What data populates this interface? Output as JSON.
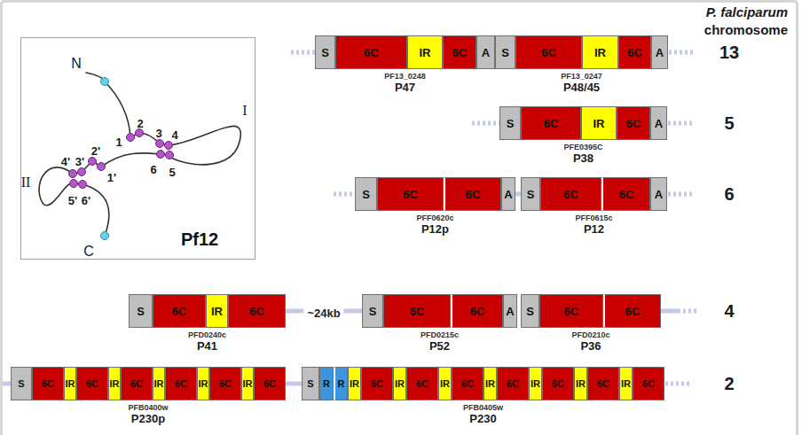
{
  "diagram": {
    "nodes": [
      {
        "text": [
          "Pf12"
        ]
      },
      {
        "text": [
          "PF13_0248",
          "P47"
        ]
      },
      {
        "text": [
          "S"
        ],
        "in": 1
      },
      {
        "text": [
          "6C"
        ],
        "in": 1
      },
      {
        "text": [
          "IR"
        ],
        "in": 1
      },
      {
        "text": [
          "6C"
        ],
        "in": 1
      },
      {
        "text": [
          "A"
        ],
        "in": 1
      },
      {
        "text": [
          "PF13_0247",
          "P48/45"
        ]
      },
      {
        "text": [
          "S"
        ],
        "in": 7
      },
      {
        "text": [
          "6C"
        ],
        "in": 7
      },
      {
        "text": [
          "IR"
        ],
        "in": 7
      },
      {
        "text": [
          "6C"
        ],
        "in": 7
      },
      {
        "text": [
          "A"
        ],
        "in": 7
      },
      {
        "text": [
          "PFE0395C",
          "P38"
        ]
      },
      {
        "text": [
          "S"
        ],
        "in": 13
      },
      {
        "text": [
          "6C"
        ],
        "in": 13
      },
      {
        "text": [
          "IR"
        ],
        "in": 13
      },
      {
        "text": [
          "6C"
        ],
        "in": 13
      },
      {
        "text": [
          "A"
        ],
        "in": 13
      },
      {
        "text": [
          "PFF0620c",
          "P12p"
        ]
      },
      {
        "text": [
          "S"
        ],
        "in": 19
      },
      {
        "text": [
          "6C"
        ],
        "in": 19
      },
      {
        "text": [
          "6C"
        ],
        "in": 19
      },
      {
        "text": [
          "A"
        ],
        "in": 19
      },
      {
        "text": [
          "PFF0615c",
          "P12"
        ]
      },
      {
        "text": [
          "S"
        ],
        "in": 24
      },
      {
        "text": [
          "6C"
        ],
        "in": 24
      },
      {
        "text": [
          "6C"
        ],
        "in": 24
      },
      {
        "text": [
          "A"
        ],
        "in": 24
      },
      {
        "text": [
          "PFD0240c",
          "P41"
        ]
      },
      {
        "text": [
          "S"
        ],
        "in": 29
      },
      {
        "text": [
          "6C"
        ],
        "in": 29
      },
      {
        "text": [
          "IR"
        ],
        "in": 29
      },
      {
        "text": [
          "6C"
        ],
        "in": 29
      },
      {
        "text": [
          "PFD0215c",
          "P52"
        ]
      },
      {
        "text": [
          "S"
        ],
        "in": 34
      },
      {
        "text": [
          "6C"
        ],
        "in": 34
      },
      {
        "text": [
          "6C"
        ],
        "in": 34
      },
      {
        "text": [
          "A"
        ],
        "in": 34
      },
      {
        "text": [
          "PFD0210c",
          "P36"
        ]
      },
      {
        "text": [
          "S"
        ],
        "in": 39
      },
      {
        "text": [
          "6C"
        ],
        "in": 39
      },
      {
        "text": [
          "6C"
        ],
        "in": 39
      },
      {
        "text": [
          "PFB0400w",
          "P230p"
        ]
      },
      {
        "text": [
          "S"
        ],
        "in": 43
      },
      {
        "text": [
          "6C"
        ],
        "in": 43
      },
      {
        "text": [
          "IR"
        ],
        "in": 43
      },
      {
        "text": [
          "6C"
        ],
        "in": 43
      },
      {
        "text": [
          "IR"
        ],
        "in": 43
      },
      {
        "text": [
          "6C"
        ],
        "in": 43
      },
      {
        "text": [
          "IR"
        ],
        "in": 43
      },
      {
        "text": [
          "6C"
        ],
        "in": 43
      },
      {
        "text": [
          "IR"
        ],
        "in": 43
      },
      {
        "text": [
          "6C"
        ],
        "in": 43
      },
      {
        "text": [
          "IR"
        ],
        "in": 43
      },
      {
        "text": [
          "6C"
        ],
        "in": 43
      },
      {
        "text": [
          "PFB0405w",
          "P230"
        ]
      },
      {
        "text": [
          "S"
        ],
        "in": 56
      },
      {
        "text": [
          "R"
        ],
        "in": 56
      },
      {
        "text": [
          "R"
        ],
        "in": 56
      },
      {
        "text": [
          "IR"
        ],
        "in": 56
      },
      {
        "text": [
          "6C"
        ],
        "in": 56
      },
      {
        "text": [
          "IR"
        ],
        "in": 56
      },
      {
        "text": [
          "6C"
        ],
        "in": 56
      },
      {
        "text": [
          "IR"
        ],
        "in": 56
      },
      {
        "text": [
          "6C"
        ],
        "in": 56
      },
      {
        "text": [
          "IR"
        ],
        "in": 56
      },
      {
        "text": [
          "6C"
        ],
        "in": 56
      },
      {
        "text": [
          "IR"
        ],
        "in": 56
      },
      {
        "text": [
          "6C"
        ],
        "in": 56
      },
      {
        "text": [
          "IR"
        ],
        "in": 56
      },
      {
        "text": [
          "6C"
        ],
        "in": 56
      },
      {
        "text": [
          "IR"
        ],
        "in": 56
      },
      {
        "text": [
          "6C"
        ],
        "in": 56
      }
    ],
    "edges": [
      {
        "from": 19,
        "to": 24,
        "arrow": "none"
      },
      {
        "from": 29,
        "to": 34,
        "label": "~24kb",
        "arrow": "none"
      },
      {
        "from": 43,
        "to": 56,
        "arrow": "none"
      }
    ],
    "labels": [
      "P. falciparum",
      "chromosome",
      "13",
      "5",
      "6",
      "4",
      "2",
      "N",
      "1",
      "2",
      "3",
      "4",
      "6",
      "5",
      "I",
      "2'",
      "1'",
      "4'",
      "3'",
      "5'",
      "6'",
      "II",
      "C"
    ]
  }
}
